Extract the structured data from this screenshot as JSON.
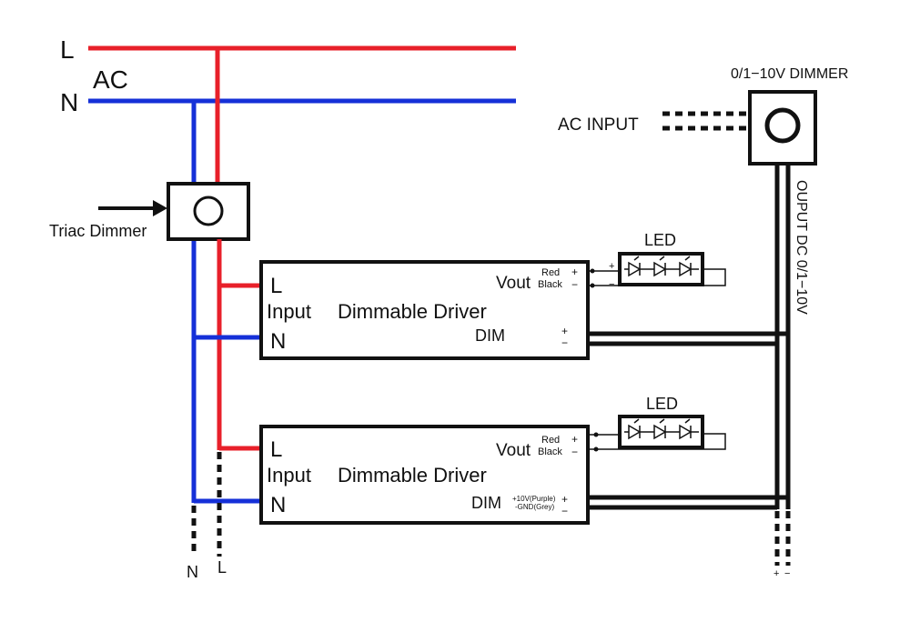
{
  "ac": {
    "l_label": "L",
    "n_label": "N",
    "ac_label": "AC",
    "colors": {
      "live": "#e8202a",
      "neutral": "#1530d8",
      "signal": "#111111"
    }
  },
  "triac": {
    "label": "Triac Dimmer"
  },
  "dimmer": {
    "title": "0/1−10V  DIMMER",
    "input_label": "AC  INPUT",
    "output_label": "OUPUT  DC  0/1−10V"
  },
  "drivers": [
    {
      "l": "L",
      "input": "Input",
      "title": "Dimmable  Driver",
      "n": "N",
      "vout": "Vout",
      "red": "Red",
      "black": "Black",
      "dim": "DIM",
      "plus": "+",
      "minus": "−",
      "dim_plus": "+",
      "dim_minus": "−",
      "led_label": "LED"
    },
    {
      "l": "L",
      "input": "Input",
      "title": "Dimmable  Driver",
      "n": "N",
      "vout": "Vout",
      "red": "Red",
      "black": "Black",
      "dim": "DIM",
      "plus": "+",
      "minus": "−",
      "dim_purple": "+10V(Purple)",
      "dim_grey": "-GND(Grey)",
      "dim_plus": "+",
      "dim_minus": "−",
      "led_label": "LED"
    }
  ],
  "bottom": {
    "n_label": "N",
    "l_label": "L",
    "plus": "+",
    "minus": "−"
  }
}
